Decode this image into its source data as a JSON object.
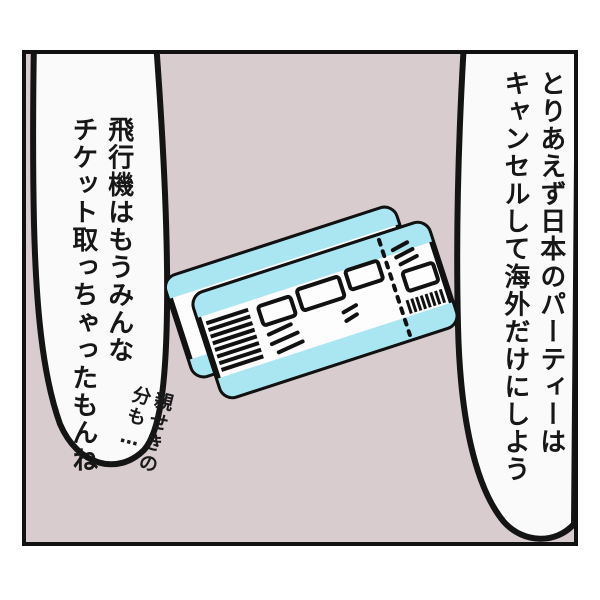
{
  "panel": {
    "background_color": "#d9cccf",
    "border_color": "#111111",
    "outer_background_color": "#ffffff"
  },
  "balloons": {
    "left": {
      "name": "left-speech-balloon",
      "fill_color": "#fbfafa",
      "lines": [
        "飛行機はもうみんな",
        "チケット取っちゃったもんね"
      ],
      "text": "飛行機はもうみんな\nチケット取っちゃったもんね"
    },
    "right": {
      "name": "right-speech-balloon",
      "fill_color": "#fbfafa",
      "lines": [
        "とりあえず日本のパーティーは",
        "キャンセルして海外だけにしよう"
      ],
      "text": "とりあえず日本のパーティーは\nキャンセルして海外だけにしよう"
    }
  },
  "aside": {
    "name": "handwritten-aside",
    "lines": [
      "親せきの",
      "分も…"
    ],
    "text": "親せきの\n分も…"
  },
  "illustration": {
    "name": "airline-tickets",
    "description": "two stacked event tickets tilted diagonally",
    "ticket_body_color": "#fdfdfd",
    "ticket_accent_color": "#aae6f2",
    "outline_color": "#111111",
    "rotation_degrees": -18,
    "count": 2,
    "features": [
      "barcode-stripes",
      "detail-boxes",
      "perforation-dotted-line",
      "stub-barcode"
    ]
  }
}
